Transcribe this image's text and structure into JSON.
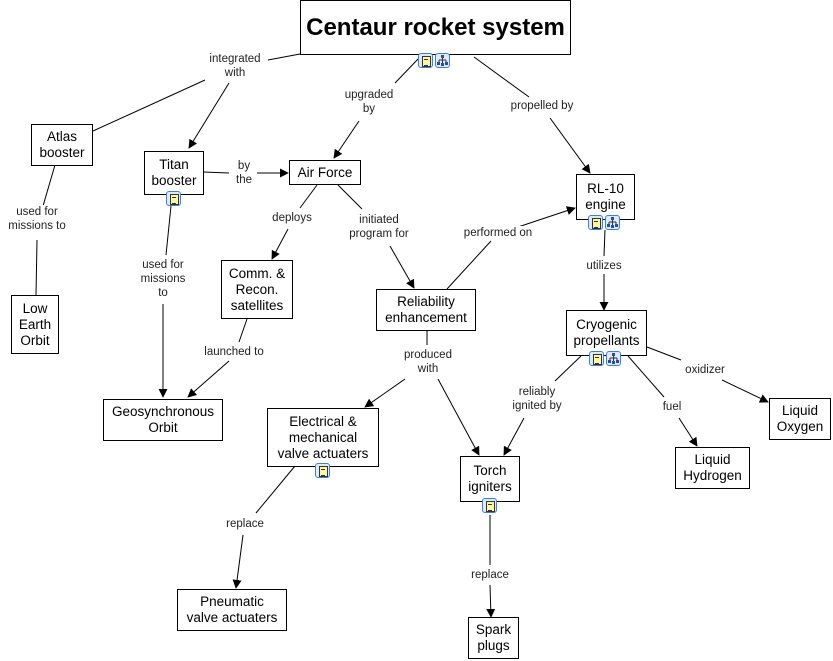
{
  "diagram": {
    "title": "Centaur rocket system",
    "nodes": [
      {
        "id": "centaur",
        "label": "Centaur rocket system",
        "icons": [
          "doc",
          "map"
        ]
      },
      {
        "id": "atlas",
        "label": "Atlas\nbooster",
        "icons": []
      },
      {
        "id": "titan",
        "label": "Titan\nbooster",
        "icons": [
          "doc"
        ]
      },
      {
        "id": "airforce",
        "label": "Air Force",
        "icons": []
      },
      {
        "id": "rl10",
        "label": "RL-10\nengine",
        "icons": [
          "doc",
          "map"
        ]
      },
      {
        "id": "leo",
        "label": "Low\nEarth\nOrbit",
        "icons": []
      },
      {
        "id": "comm",
        "label": "Comm. &\nRecon.\nsatellites",
        "icons": []
      },
      {
        "id": "reliab",
        "label": "Reliability\nenhancement",
        "icons": []
      },
      {
        "id": "cryo",
        "label": "Cryogenic\npropellants",
        "icons": [
          "doc",
          "map"
        ]
      },
      {
        "id": "geo",
        "label": "Geosynchronous\nOrbit",
        "icons": []
      },
      {
        "id": "elec",
        "label": "Electrical &\nmechanical\nvalve  actuaters",
        "icons": [
          "doc"
        ]
      },
      {
        "id": "torch",
        "label": "Torch\nigniters",
        "icons": [
          "doc"
        ]
      },
      {
        "id": "lh2",
        "label": "Liquid\nHydrogen",
        "icons": []
      },
      {
        "id": "lox",
        "label": "Liquid\nOxygen",
        "icons": []
      },
      {
        "id": "pneu",
        "label": "Pneumatic\nvalve actuaters",
        "icons": []
      },
      {
        "id": "spark",
        "label": "Spark\nplugs",
        "icons": []
      }
    ],
    "links": [
      {
        "label": "integrated\nwith",
        "from": "centaur",
        "to": [
          "atlas",
          "titan"
        ]
      },
      {
        "label": "upgraded\nby",
        "from": "centaur",
        "to": [
          "airforce"
        ]
      },
      {
        "label": "propelled by",
        "from": "centaur",
        "to": [
          "rl10"
        ]
      },
      {
        "label": "by\nthe",
        "from": "titan",
        "to": [
          "airforce"
        ]
      },
      {
        "label": "used for\nmissions to",
        "from": "atlas",
        "to": [
          "leo"
        ]
      },
      {
        "label": "used for\nmissions\nto",
        "from": "titan",
        "to": [
          "geo"
        ]
      },
      {
        "label": "deploys",
        "from": "airforce",
        "to": [
          "comm"
        ]
      },
      {
        "label": "initiated\nprogram for",
        "from": "airforce",
        "to": [
          "reliab"
        ]
      },
      {
        "label": "performed on",
        "from": "reliab",
        "to": [
          "rl10"
        ]
      },
      {
        "label": "utilizes",
        "from": "rl10",
        "to": [
          "cryo"
        ]
      },
      {
        "label": "launched to",
        "from": "comm",
        "to": [
          "geo"
        ]
      },
      {
        "label": "produced\nwith",
        "from": "reliab",
        "to": [
          "elec",
          "torch"
        ]
      },
      {
        "label": "reliably\nignited by",
        "from": "cryo",
        "to": [
          "torch"
        ]
      },
      {
        "label": "fuel",
        "from": "cryo",
        "to": [
          "lh2"
        ]
      },
      {
        "label": "oxidizer",
        "from": "cryo",
        "to": [
          "lox"
        ]
      },
      {
        "label": "replace",
        "from": "elec",
        "to": [
          "pneu"
        ]
      },
      {
        "label": "replace",
        "from": "torch",
        "to": [
          "spark"
        ]
      }
    ]
  }
}
